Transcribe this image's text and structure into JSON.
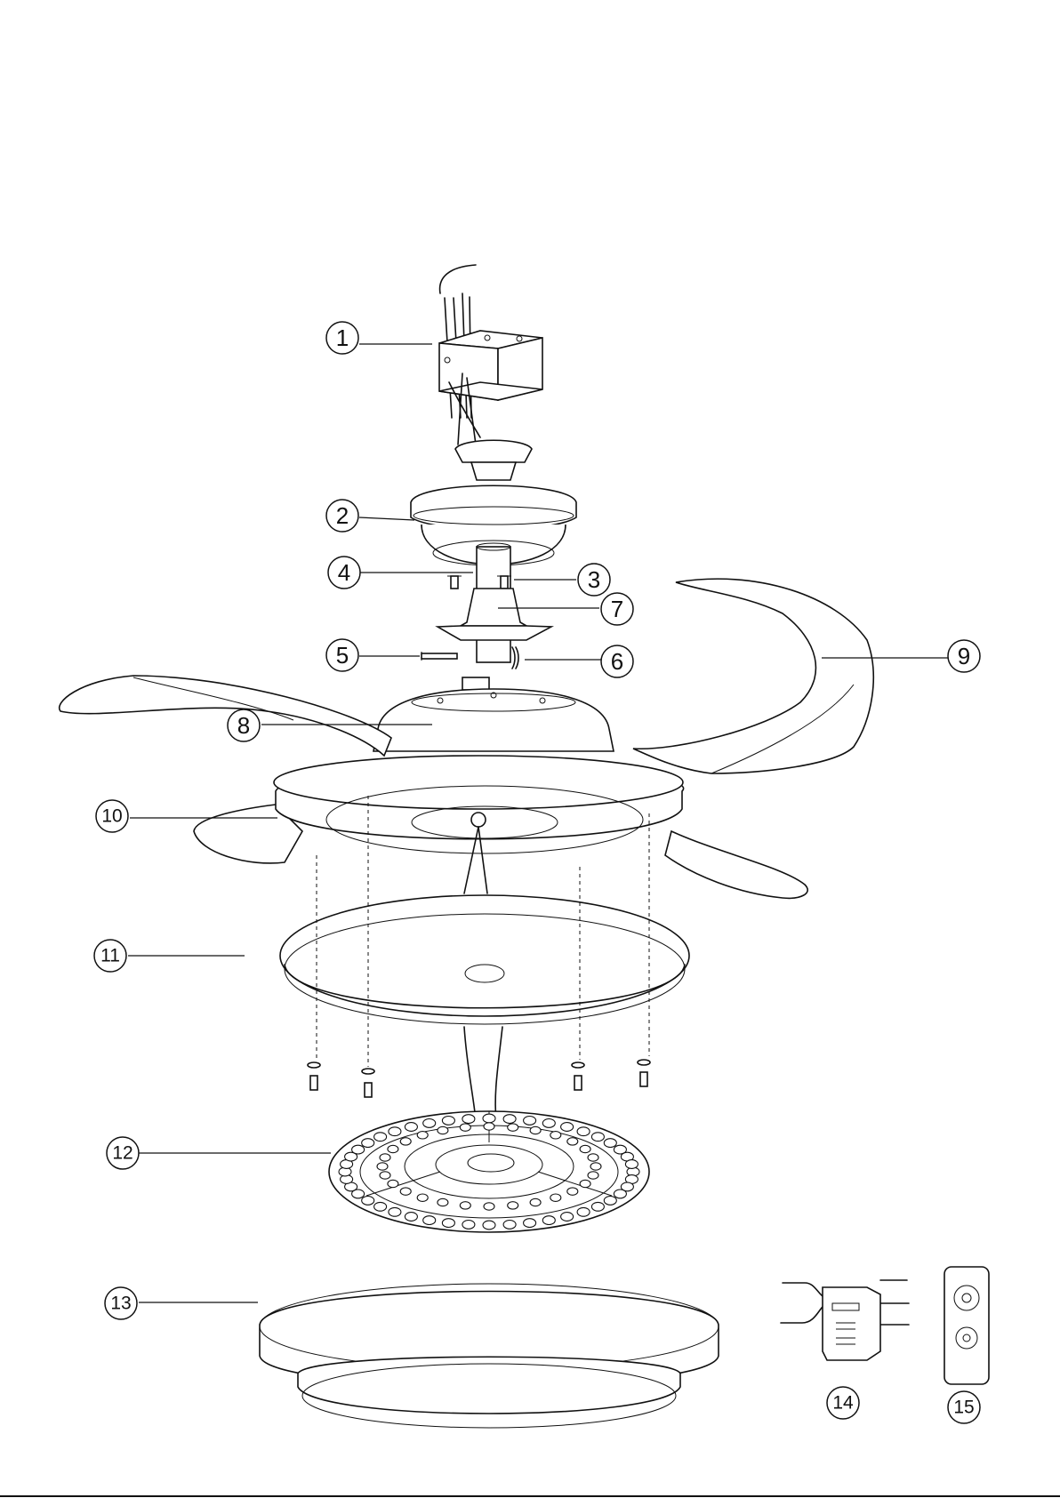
{
  "callouts": [
    {
      "id": "1",
      "label": "1"
    },
    {
      "id": "2",
      "label": "2"
    },
    {
      "id": "3",
      "label": "3"
    },
    {
      "id": "4",
      "label": "4"
    },
    {
      "id": "5",
      "label": "5"
    },
    {
      "id": "6",
      "label": "6"
    },
    {
      "id": "7",
      "label": "7"
    },
    {
      "id": "8",
      "label": "8"
    },
    {
      "id": "9",
      "label": "9"
    },
    {
      "id": "10",
      "label": "10"
    },
    {
      "id": "11",
      "label": "11"
    },
    {
      "id": "12",
      "label": "12"
    },
    {
      "id": "13",
      "label": "13"
    },
    {
      "id": "14",
      "label": "14"
    },
    {
      "id": "15",
      "label": "15"
    }
  ]
}
